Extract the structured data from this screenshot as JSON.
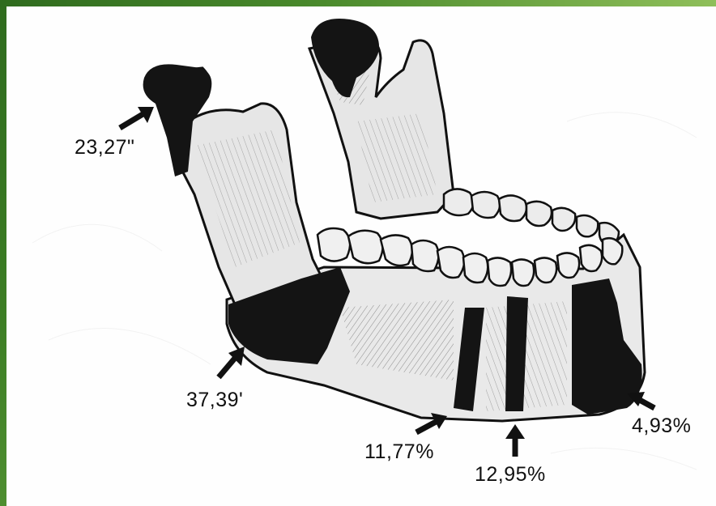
{
  "colors": {
    "frame_green": "#3c7d24",
    "bone_fill": "#e9e9e9",
    "ink": "#111111",
    "marked_region": "#141414"
  },
  "labels": {
    "condyle": "23,27\"",
    "angle": "37,39'",
    "body_molar": "11,77%",
    "body_premolar": "12,95%",
    "symphysis": "4,93%"
  }
}
